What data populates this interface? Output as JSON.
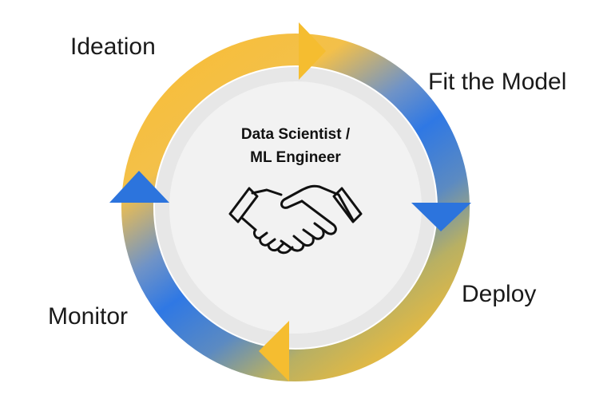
{
  "diagram": {
    "center": {
      "line1": "Data Scientist /",
      "line2": "ML Engineer",
      "icon": "handshake-icon"
    },
    "stages": {
      "ideation": "Ideation",
      "fit": "Fit the Model",
      "deploy": "Deploy",
      "monitor": "Monitor"
    },
    "colors": {
      "gold": "#F7BE3A",
      "blue": "#2F78E4",
      "inner_disc": "#EBEBEB",
      "arrow_gold": "#F5BD30",
      "arrow_blue": "#2C74DD"
    }
  }
}
